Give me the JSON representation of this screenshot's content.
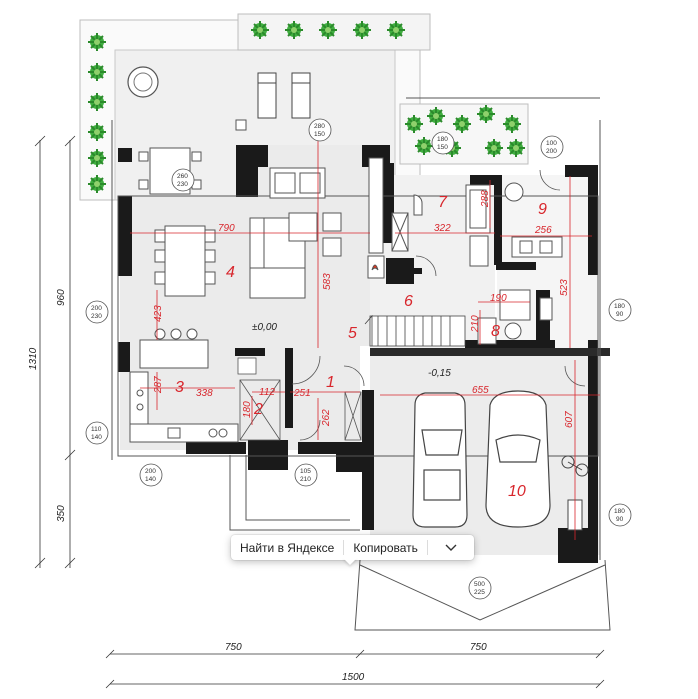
{
  "plan": {
    "rooms": [
      "1",
      "2",
      "3",
      "4",
      "5",
      "6",
      "7",
      "8",
      "9",
      "10"
    ],
    "overall": {
      "height_total": "1310",
      "height_upper": "960",
      "height_lower": "350",
      "width_left": "750",
      "width_right": "750",
      "width_total": "1500"
    },
    "interior_dims": {
      "d790": "790",
      "d583": "583",
      "d322": "322",
      "d288": "288",
      "d256": "256",
      "d523": "523",
      "d423": "423",
      "d287": "287",
      "d338": "338",
      "d112": "112",
      "d180": "180",
      "d251": "251",
      "d262": "262",
      "d190": "190",
      "d210": "210",
      "d655": "655",
      "d607": "607"
    },
    "levels": {
      "main": "±0,00",
      "garage": "-0,15"
    },
    "openings": {
      "w_top": [
        "280",
        "150"
      ],
      "w_left_top": [
        "260",
        "230"
      ],
      "w_kitchen_top": [
        "180",
        "150"
      ],
      "w_bath_top": [
        "100",
        "200"
      ],
      "w_left": [
        "200",
        "230"
      ],
      "w_right": [
        "180",
        "90"
      ],
      "w_left_low": [
        "110",
        "140"
      ],
      "w_bottom": [
        "200",
        "140"
      ],
      "w_door": [
        "105",
        "210"
      ],
      "w_right_low": [
        "180",
        "90"
      ],
      "w_garage": [
        "500",
        "225"
      ]
    }
  },
  "context_menu": {
    "search_label": "Найти в Яндексе",
    "copy_label": "Копировать",
    "more_icon": "chevron-down-icon"
  },
  "colors": {
    "wall": "#1a1a1a",
    "dimension": "#d8262c",
    "plant": "#3fae3f",
    "floor": "#ebebeb"
  }
}
